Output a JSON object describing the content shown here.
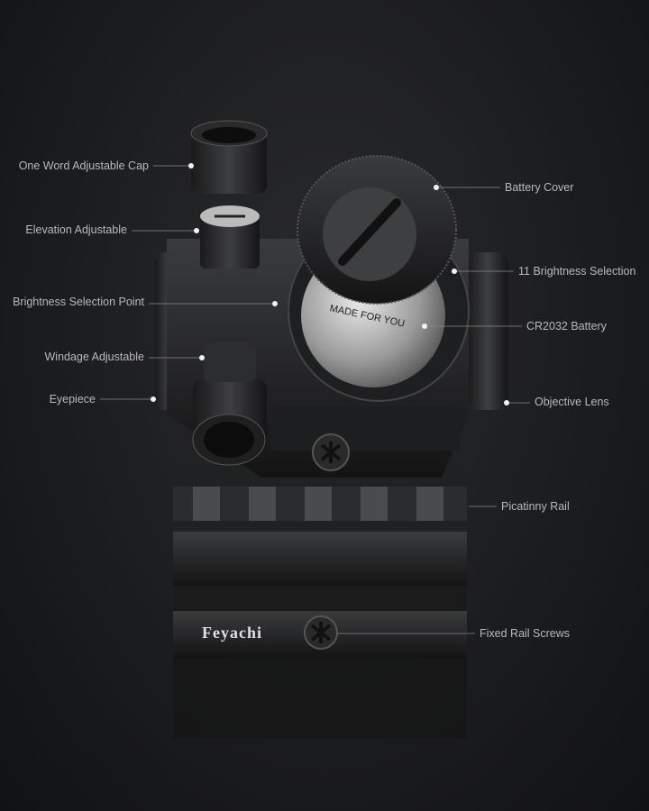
{
  "product": {
    "brand_logo": "Feyachi",
    "battery_engraving": "MADE FOR YOU"
  },
  "callouts_left": [
    {
      "label": "One Word Adjustable Cap"
    },
    {
      "label": "Elevation Adjustable"
    },
    {
      "label": "Brightness Selection Point"
    },
    {
      "label": "Windage Adjustable"
    },
    {
      "label": "Eyepiece"
    }
  ],
  "callouts_right": [
    {
      "label": "Battery Cover"
    },
    {
      "label": "11 Brightness Selection"
    },
    {
      "label": "CR2032 Battery"
    },
    {
      "label": "Objective Lens"
    },
    {
      "label": "Picatinny Rail"
    },
    {
      "label": "Fixed Rail Screws"
    }
  ],
  "colors": {
    "background": "#1c1d1f",
    "label_text": "#b9b9b9",
    "leader_line": "#8a8a8a"
  }
}
